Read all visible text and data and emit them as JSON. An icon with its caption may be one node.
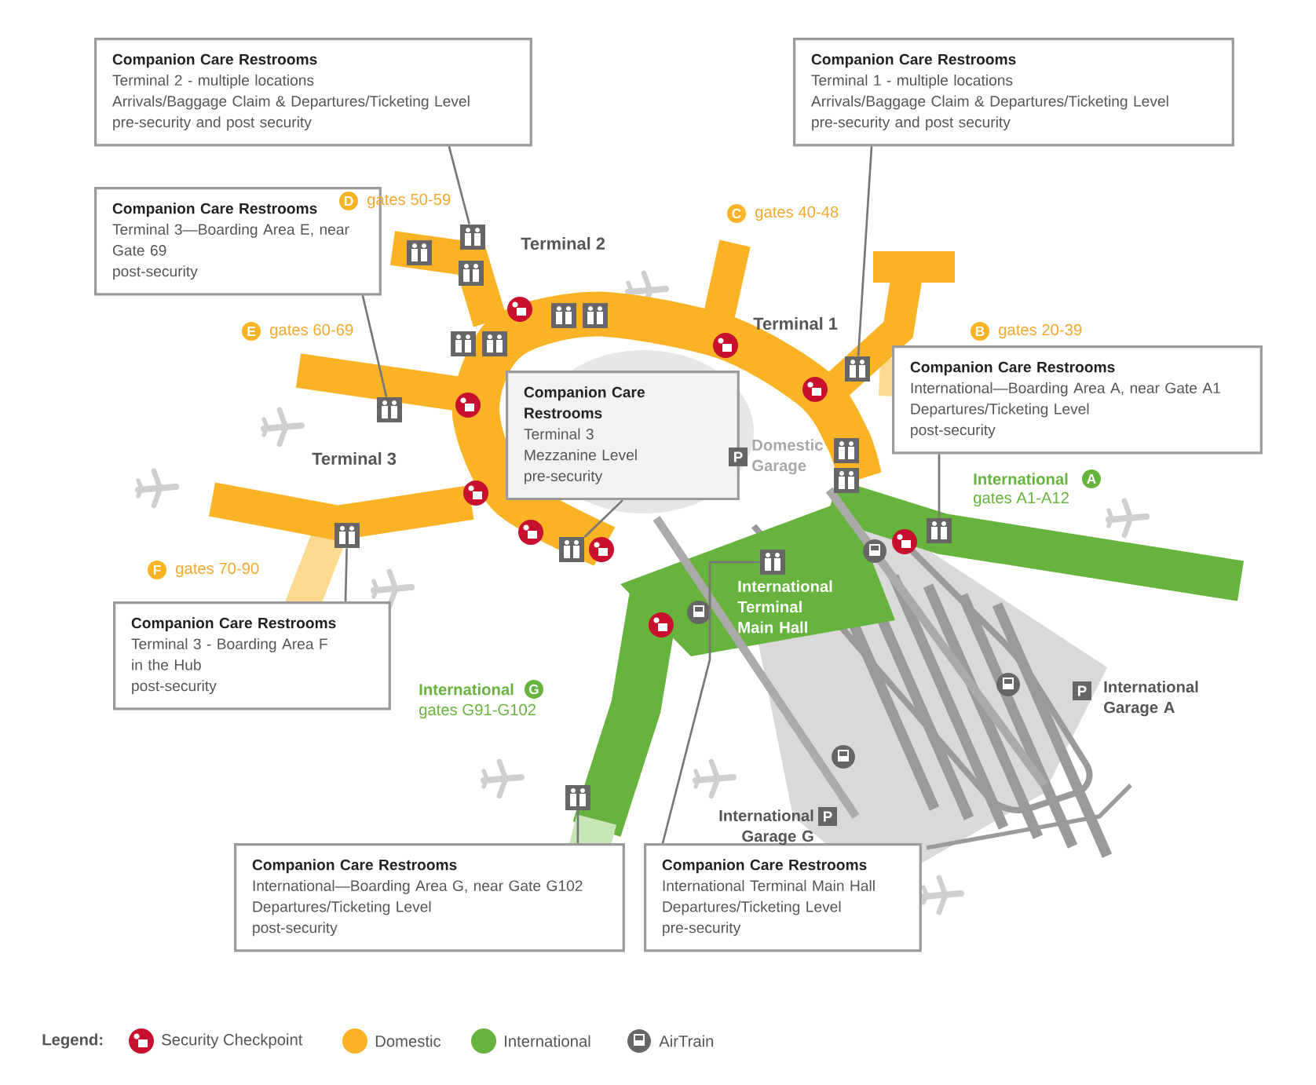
{
  "diagram": {
    "nodes": [
      {
        "text": [
          "Companion Care Restrooms",
          "Terminal 2 - multiple locations",
          "Arrivals/Baggage Claim & Departures/Ticketing Level",
          "pre-security and post security"
        ]
      },
      {
        "text": [
          "Companion Care Restrooms",
          "Terminal 1 - multiple locations",
          "Arrivals/Baggage Claim & Departures/Ticketing Level",
          "pre-security and post security"
        ]
      },
      {
        "text": [
          "Companion Care Restrooms",
          "Terminal 3—Boarding Area E, near Gate 69",
          "post-security"
        ]
      },
      {
        "text": [
          "Companion Care Restrooms",
          "Terminal 3",
          "Mezzanine Level",
          "pre-security"
        ]
      },
      {
        "text": [
          "Companion Care Restrooms",
          "International—Boarding Area A, near Gate A1",
          "Departures/Ticketing Level",
          "post-security"
        ]
      },
      {
        "text": [
          "Companion Care Restrooms",
          "Terminal 3 - Boarding Area F",
          "in the Hub",
          "post-security"
        ]
      },
      {
        "text": [
          "Companion Care Restrooms",
          "International—Boarding Area G, near Gate G102",
          "Departures/Ticketing Level",
          "post-security"
        ]
      },
      {
        "text": [
          "Companion Care Restrooms",
          "International Terminal Main Hall",
          "Departures/Ticketing Level",
          "pre-security"
        ]
      },
      {
        "text": [],
        "shape": "picture"
      },
      {
        "text": [],
        "shape": "picture"
      },
      {
        "text": [],
        "shape": "picture"
      },
      {
        "text": [],
        "shape": "picture"
      },
      {
        "text": [],
        "shape": "picture"
      },
      {
        "text": [],
        "shape": "picture"
      },
      {
        "text": [],
        "shape": "picture"
      },
      {
        "text": [],
        "shape": "picture"
      }
    ],
    "edges": [
      {
        "from": 0,
        "to": 10,
        "arrow": "none"
      },
      {
        "from": 1,
        "to": 14,
        "arrow": "none"
      },
      {
        "from": 2,
        "to": 9,
        "arrow": "none"
      },
      {
        "from": 3,
        "to": 11,
        "arrow": "none"
      },
      {
        "from": 4,
        "to": 15,
        "arrow": "none"
      },
      {
        "from": 5,
        "to": 8,
        "arrow": "none"
      },
      {
        "from": 6,
        "to": 12,
        "arrow": "none"
      },
      {
        "from": 7,
        "to": 13,
        "arrow": "none"
      }
    ],
    "labels": [
      "D",
      "gates 50-59",
      "Terminal 2",
      "C",
      "gates 40-48",
      "Terminal 1",
      "E",
      "gates 60-69",
      "B",
      "gates 20-39",
      "P",
      "Domestic Garage",
      "International",
      "A",
      "gates A1-A12",
      "International Terminal Main Hall",
      "Terminal 3",
      "F",
      "gates 70-90",
      "International",
      "G",
      "gates G91-G102",
      "P",
      "International Garage A",
      "International Garage G",
      "P",
      "Legend:"
    ],
    "legend": [
      {
        "text": "Security Checkpoint"
      },
      {
        "text": "Domestic",
        "color": "#fbb326"
      },
      {
        "text": "International",
        "color": "#66b33d"
      },
      {
        "text": "AirTrain"
      }
    ]
  }
}
